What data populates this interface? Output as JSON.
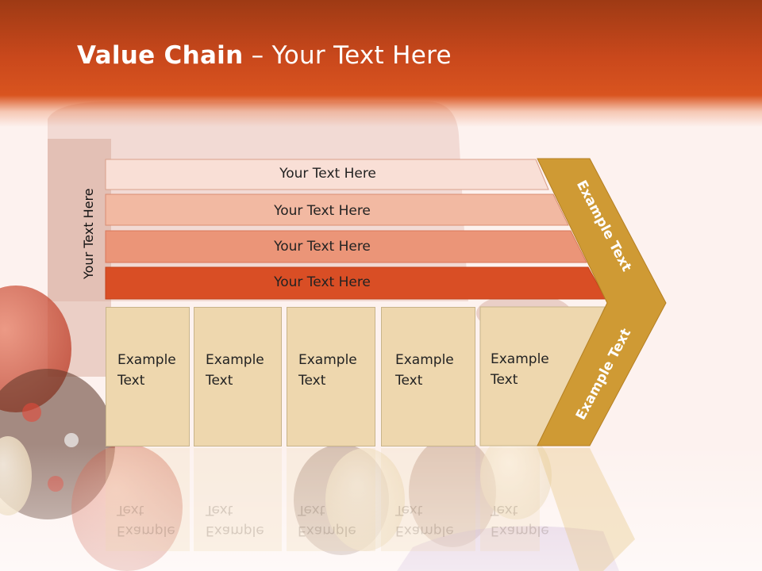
{
  "slide": {
    "title_bold": "Value Chain",
    "title_rest": " – Your Text Here"
  },
  "diagram": {
    "vertical_label": "Your Text Here",
    "bands": [
      {
        "label": "Your Text Here",
        "color": "#f9dfd6"
      },
      {
        "label": "Your Text Here",
        "color": "#f2b9a2"
      },
      {
        "label": "Your Text Here",
        "color": "#eb9578"
      },
      {
        "label": "Your Text Here",
        "color": "#d94e25"
      }
    ],
    "boxes": [
      {
        "line1": "Example",
        "line2": "Text"
      },
      {
        "line1": "Example",
        "line2": "Text"
      },
      {
        "line1": "Example",
        "line2": "Text"
      },
      {
        "line1": "Example",
        "line2": "Text"
      },
      {
        "line1": "Example",
        "line2": "Text"
      }
    ],
    "chevron_top_label": "Example Text",
    "chevron_bottom_label": "Example Text",
    "chevron_color": "#cf9a34",
    "box_color": "#eed7ae"
  }
}
